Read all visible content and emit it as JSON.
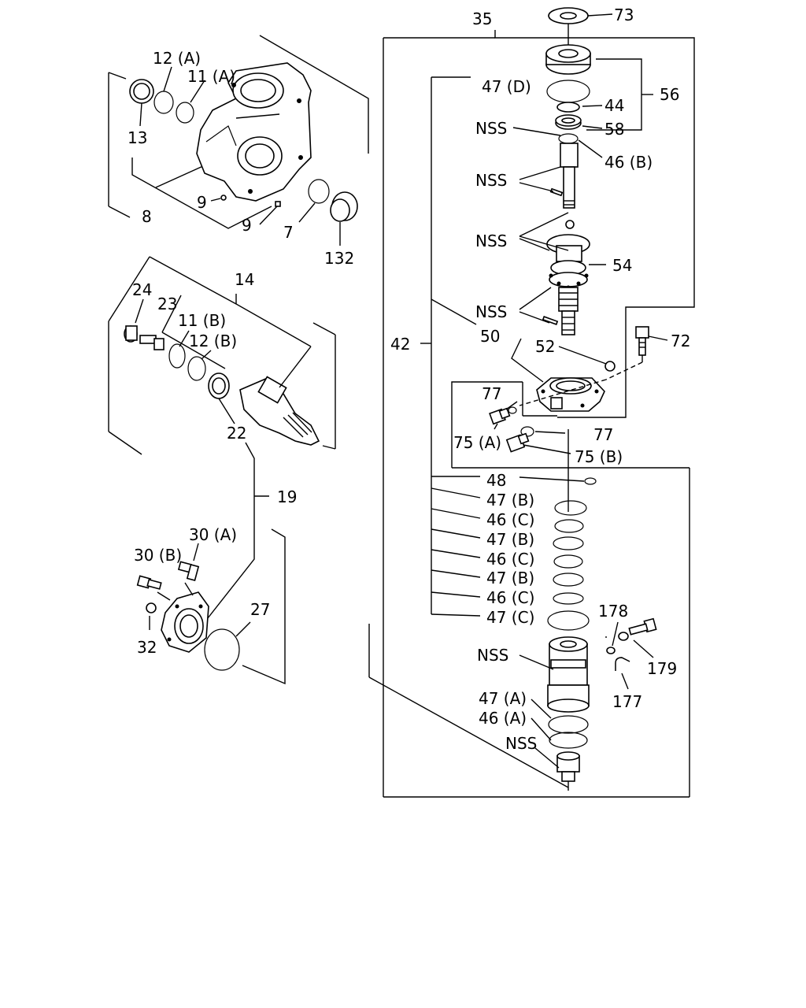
{
  "callouts": {
    "c35": "35",
    "c73": "73",
    "c56": "56",
    "c47D": "47 (D)",
    "c44": "44",
    "c58": "58",
    "nss1": "NSS",
    "c46B": "46 (B)",
    "nss2": "NSS",
    "nss3": "NSS",
    "c54": "54",
    "nss4": "NSS",
    "c42": "42",
    "c50": "50",
    "c52": "52",
    "c72": "72",
    "c77a": "77",
    "c77b": "77",
    "c75A": "75 (A)",
    "c75B": "75 (B)",
    "c48": "48",
    "c47B1": "47 (B)",
    "c46C1": "46 (C)",
    "c47B2": "47 (B)",
    "c46C2": "46 (C)",
    "c47B3": "47 (B)",
    "c46C3": "46 (C)",
    "c47C": "47 (C)",
    "c178": "178",
    "nss5": "NSS",
    "c179": "179",
    "c177": "177",
    "c47A": "47 (A)",
    "c46A": "46 (A)",
    "nss6": "NSS",
    "c12A": "12 (A)",
    "c11A": "11 (A)",
    "c13": "13",
    "c8": "8",
    "c9a": "9",
    "c9b": "9",
    "c7": "7",
    "c132": "132",
    "c14": "14",
    "c24": "24",
    "c23": "23",
    "c11B": "11 (B)",
    "c12B": "12 (B)",
    "c22": "22",
    "c19": "19",
    "c30A": "30 (A)",
    "c30B": "30 (B)",
    "c32": "32",
    "c27": "27"
  }
}
